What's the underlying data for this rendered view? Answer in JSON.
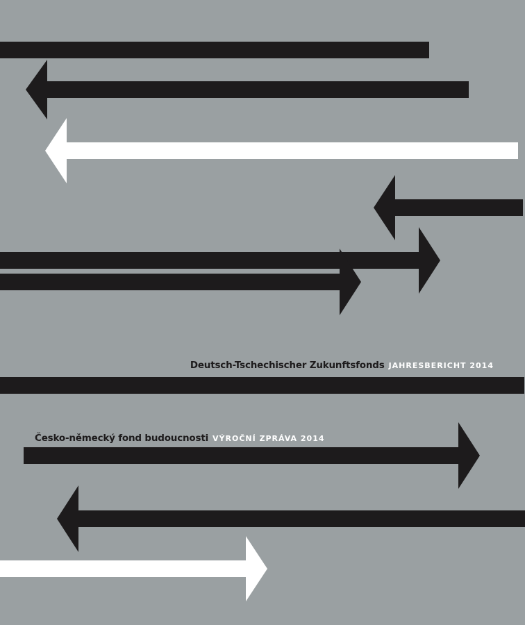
{
  "colors": {
    "background": "#9aa0a2",
    "arrow_dark": "#1d1b1c",
    "arrow_light": "#ffffff",
    "title_text": "#1d1b1c",
    "subtitle_text": "#ffffff"
  },
  "german": {
    "organization": "Deutsch-Tschechischer Zukunftsfonds",
    "report": "JAHRESBERICHT 2014"
  },
  "czech": {
    "organization": "Česko-německý fond budoucnosti",
    "report": "VÝROČNÍ ZPRÁVA 2014"
  }
}
